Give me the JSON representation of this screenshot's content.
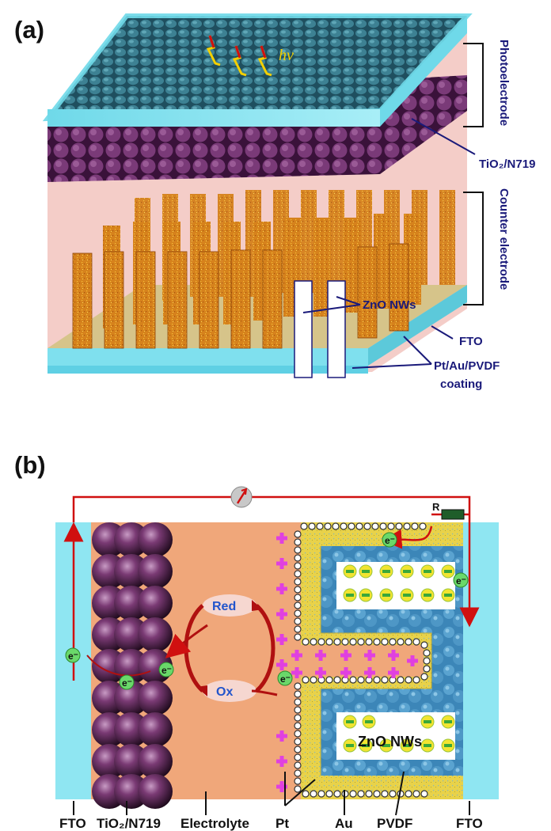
{
  "panel_a": {
    "label": "(a)",
    "light": "hv",
    "photoelectrode": "Photoelectrode",
    "tio2": "TiO₂/N719",
    "counter": "Counter electrode",
    "zno": "ZnO NWs",
    "fto": "FTO",
    "coating_line1": "Pt/Au/PVDF",
    "coating_line2": "coating"
  },
  "panel_b": {
    "label": "(b)",
    "resistor": "R",
    "red": "Red",
    "ox": "Ox",
    "electron": "e⁻",
    "zno": "ZnO NWs",
    "bottom_labels": {
      "fto_left": "FTO",
      "tio2": "TiO₂/N719",
      "electrolyte": "Electrolyte",
      "pt": "Pt",
      "au": "Au",
      "pvdf": "PVDF",
      "fto_right": "FTO"
    }
  },
  "colors": {
    "glass": "#8fe6f2",
    "tio2_top": "#2f6b7d",
    "dye": "#6b2e6a",
    "zno_orange": "#d9851f",
    "electrolyte": "#f0a77a",
    "circuit": "#d01010",
    "label_navy": "#1a1a7a",
    "plus": "#e040e0"
  }
}
